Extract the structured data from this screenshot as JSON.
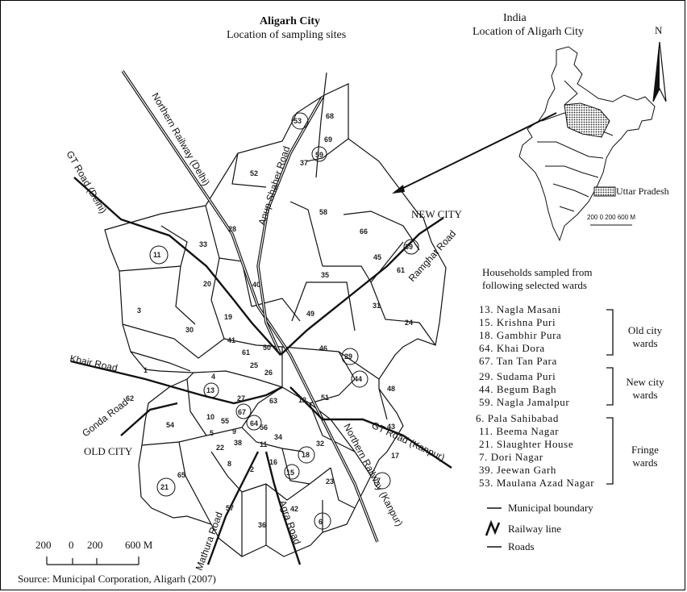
{
  "map": {
    "title": "Aligarh City",
    "subtitle": "Location of sampling sites",
    "inset_title": "India",
    "inset_subtitle": "Location of Aligarh City",
    "north": "N",
    "uttar_pradesh": "Uttar Pradesh",
    "inset_scale": "200 0 200   600 M",
    "new_city": "NEW CITY",
    "old_city": "OLD CITY",
    "source": "Source: Municipal Corporation, Aligarh (2007)",
    "scale": {
      "t200a": "200",
      "t0": "0",
      "t200b": "200",
      "t600": "600 M"
    }
  },
  "roads": {
    "northern_railway_delhi": "Northern Railway (Delhi)",
    "gt_road_delhi": "GT Road (Delhi)",
    "anup_shaher": "Anup Shaher Road",
    "ramghat": "Ramghat Road",
    "khair": "Khair Road",
    "gonda": "Gonda Road",
    "gt_road_kanpur": "GT Road (Kanpur)",
    "northern_railway_kanpur": "Northern Railway (Kanpur)",
    "mathura": "Mathura Road",
    "agra": "Agra Road"
  },
  "legend": {
    "heading1": "Households sampled from",
    "heading2": "following selected wards",
    "wards": [
      "13. Nagla Masani",
      "15. Krishna Puri",
      "18. Gambhir Pura",
      "64. Khai Dora",
      "67. Tan Tan Para",
      "29. Sudama Puri",
      "44. Begum Bagh",
      "59. Nagla Jamalpur",
      "6.  Pala Sahibabad",
      "11. Beema Nagar",
      "21. Slaughter House",
      "7. Dori Nagar",
      "39. Jeewan Garh",
      "53. Maulana Azad Nagar"
    ],
    "groups": {
      "old_1": "Old city",
      "old_2": "wards",
      "new_1": "New city",
      "new_2": "wards",
      "fringe_1": "Fringe",
      "fringe_2": "wards"
    },
    "symbols": {
      "municipal": "Municipal boundary",
      "railway": "Railway line",
      "roads": "Roads"
    }
  },
  "ward_numbers": [
    "53",
    "68",
    "69",
    "59",
    "37",
    "52",
    "28",
    "33",
    "58",
    "66",
    "39",
    "45",
    "61",
    "40",
    "35",
    "20",
    "11",
    "31",
    "3",
    "19",
    "49",
    "24",
    "30",
    "41",
    "46",
    "29",
    "50",
    "61",
    "25",
    "1",
    "4",
    "26",
    "44",
    "48",
    "13",
    "27",
    "63",
    "12",
    "51",
    "62",
    "54",
    "10",
    "55",
    "67",
    "64",
    "9",
    "5",
    "56",
    "34",
    "22",
    "38",
    "11",
    "32",
    "18",
    "8",
    "2",
    "16",
    "15",
    "65",
    "23",
    "7",
    "21",
    "57",
    "42",
    "6",
    "36",
    "43",
    "17"
  ]
}
